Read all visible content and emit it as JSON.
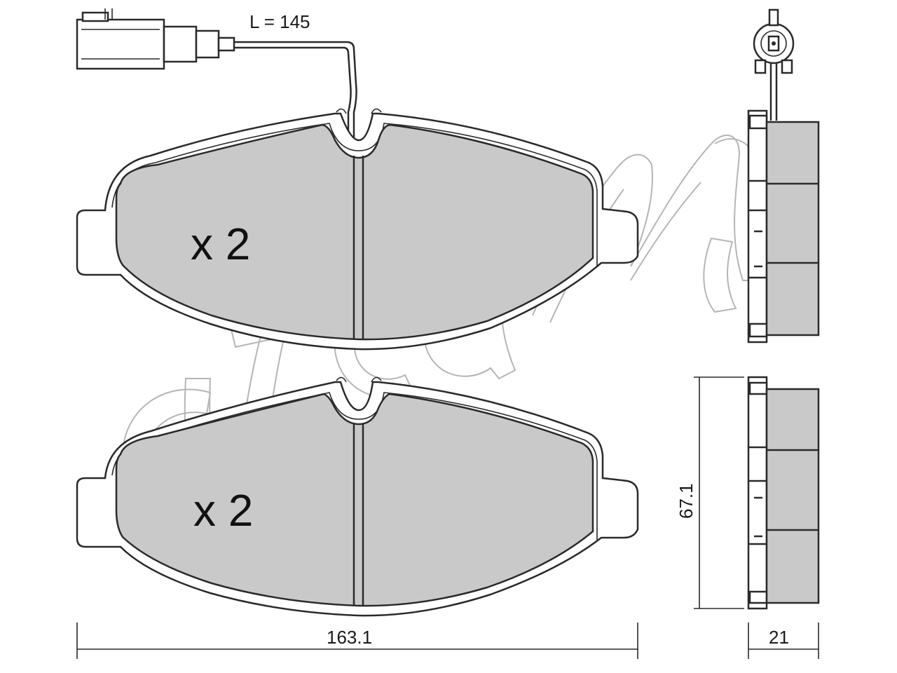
{
  "diagram": {
    "wire_length_label": "L = 145",
    "top_pad": {
      "quantity_label": "x 2",
      "has_wear_sensor": true
    },
    "bottom_pad": {
      "quantity_label": "x 2",
      "has_wear_sensor": false
    },
    "dimensions": {
      "width_label": "163.1",
      "height_label": "67.1",
      "thickness_label": "21"
    },
    "watermark": {
      "logo_text": "cifam"
    },
    "colors": {
      "friction_fill": "#c9c9c9",
      "line": "#2a2a2a",
      "watermark": "#b5b5b5",
      "background": "#ffffff"
    }
  }
}
